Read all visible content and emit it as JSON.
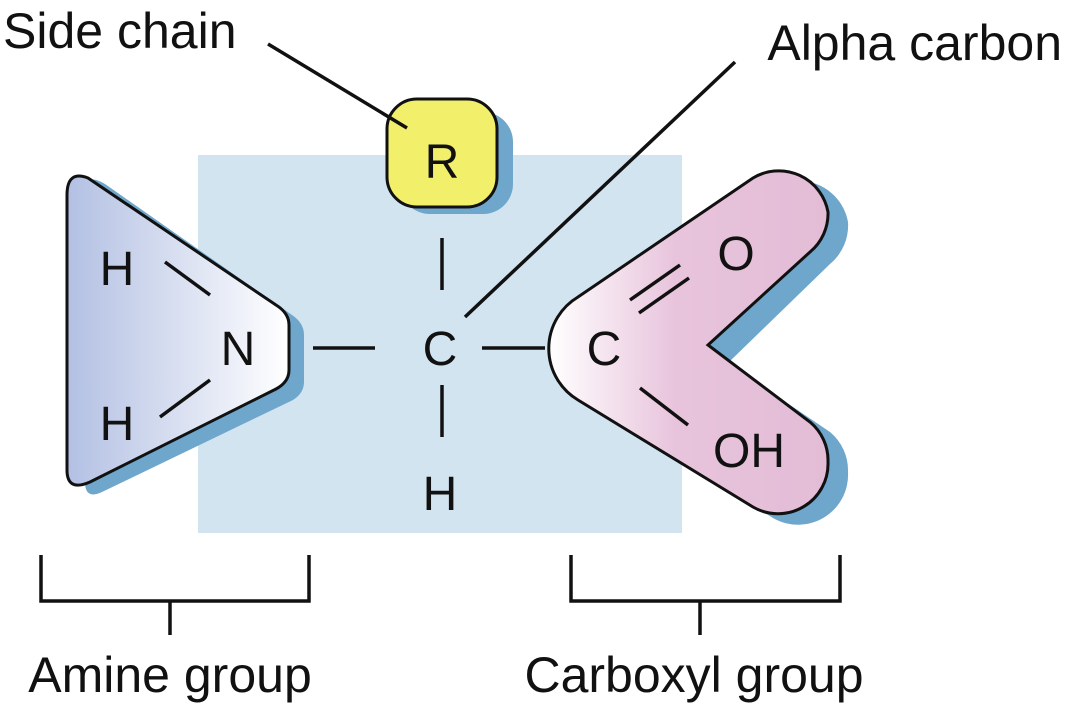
{
  "labels": {
    "side_chain": "Side chain",
    "alpha_carbon": "Alpha carbon",
    "amine_group": "Amine group",
    "carboxyl_group": "Carboxyl group"
  },
  "atoms": {
    "r_group": "R",
    "amine_h_top": "H",
    "amine_n": "N",
    "amine_h_bottom": "H",
    "alpha_c": "C",
    "alpha_h": "H",
    "carboxyl_c": "C",
    "carboxyl_o": "O",
    "carboxyl_oh": "OH"
  },
  "colors": {
    "backdrop": "#d3e4f1",
    "shadow": "#6fa6cb",
    "amine_fill_left": "#b3c0e3",
    "amine_fill_right": "#ffffff",
    "carboxyl_fill_left": "#ffffff",
    "carboxyl_fill_right": "#e3bcd6",
    "side_chain_fill": "#f2ef6a",
    "outline": "#111111"
  }
}
